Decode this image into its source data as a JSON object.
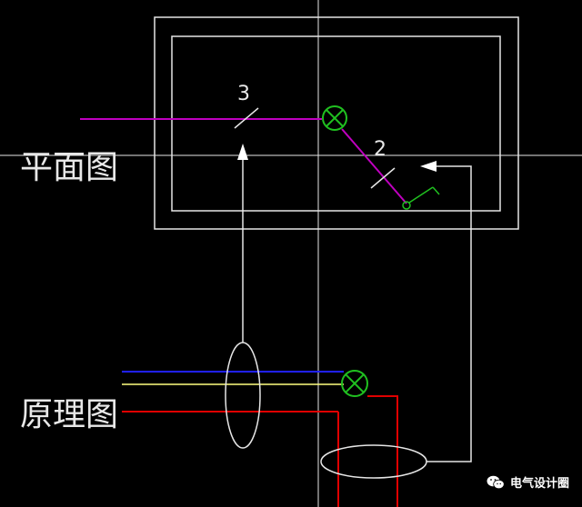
{
  "labels": {
    "plan_view": "平面图",
    "schematic": "原理图",
    "wire_count_main": "3",
    "wire_count_branch": "2"
  },
  "watermark": {
    "text": "电气设计圈",
    "icon": "wechat-icon"
  },
  "colors": {
    "background": "#000000",
    "line_white": "#e6e6e6",
    "wire_magenta": "#c000c0",
    "wire_blue": "#2020ff",
    "wire_yellow": "#ffff80",
    "wire_red": "#e00000",
    "lamp_green": "#20c020"
  }
}
